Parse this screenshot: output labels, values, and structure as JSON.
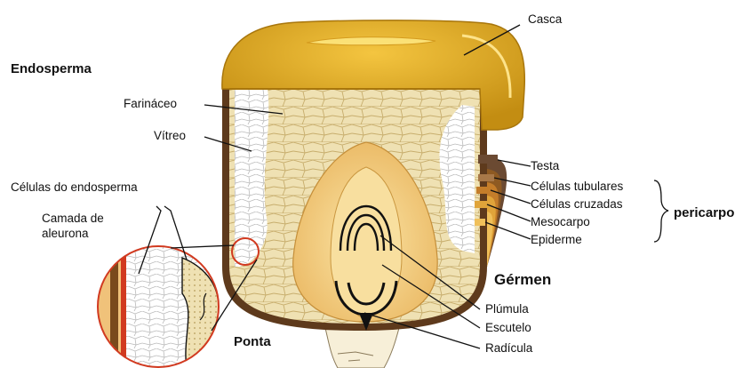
{
  "labels": {
    "casca": "Casca",
    "endosperma": "Endosperma",
    "farinaceo": "Farináceo",
    "vitreo": "Vítreo",
    "celulas_endosperma": "Células do endosperma",
    "camada_aleurona_1": "Camada de",
    "camada_aleurona_2": "aleurona",
    "testa": "Testa",
    "celulas_tubulares": "Células tubulares",
    "celulas_cruzadas": "Células cruzadas",
    "mesocarpo": "Mesocarpo",
    "epiderme": "Epiderme",
    "pericarpo": "pericarpo",
    "germen": "Gérmen",
    "plumula": "Plúmula",
    "escutelo": "Escutelo",
    "radicula": "Radícula",
    "ponta": "Ponta"
  },
  "colors": {
    "cap": "#d9a520",
    "cap_dark": "#a8760c",
    "endosperm": "#efe1b3",
    "endosperm_cell": "#c7ad6c",
    "vitreous": "#ffffff",
    "scutellum": "#f1c774",
    "embryo": "#f7dc97",
    "pericarp_1": "#6b4a32",
    "pericarp_2": "#8e5a22",
    "pericarp_3": "#c47d2a",
    "pericarp_4": "#e0a43a",
    "aleurone": "#d13a20"
  }
}
